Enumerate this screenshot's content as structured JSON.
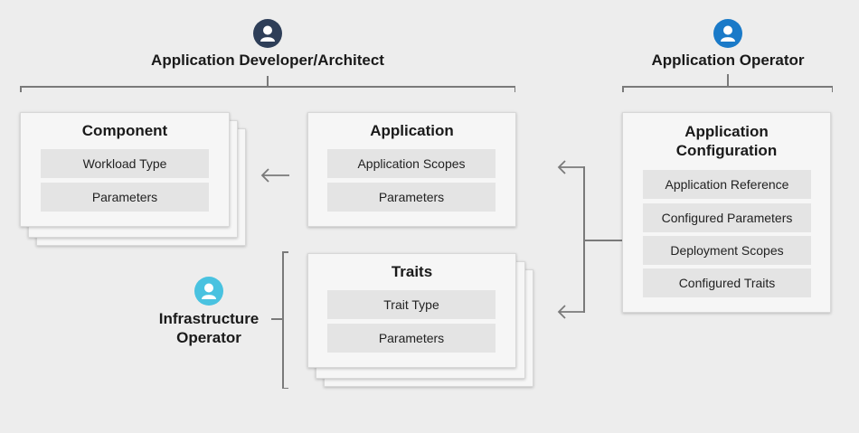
{
  "roles": {
    "developer": {
      "label": "Application Developer/Architect",
      "avatar_color": "#2e3e58"
    },
    "operator": {
      "label": "Application Operator",
      "avatar_color": "#1a7ac8"
    },
    "infrastructure": {
      "label": "Infrastructure Operator",
      "avatar_color": "#49c2e0"
    }
  },
  "component": {
    "title": "Component",
    "fields": [
      "Workload Type",
      "Parameters"
    ]
  },
  "application": {
    "title": "Application",
    "fields": [
      "Application Scopes",
      "Parameters"
    ]
  },
  "traits": {
    "title": "Traits",
    "fields": [
      "Trait Type",
      "Parameters"
    ]
  },
  "app_config": {
    "title": "Application Configuration",
    "fields": [
      "Application Reference",
      "Configured Parameters",
      "Deployment Scopes",
      "Configured Traits"
    ]
  }
}
